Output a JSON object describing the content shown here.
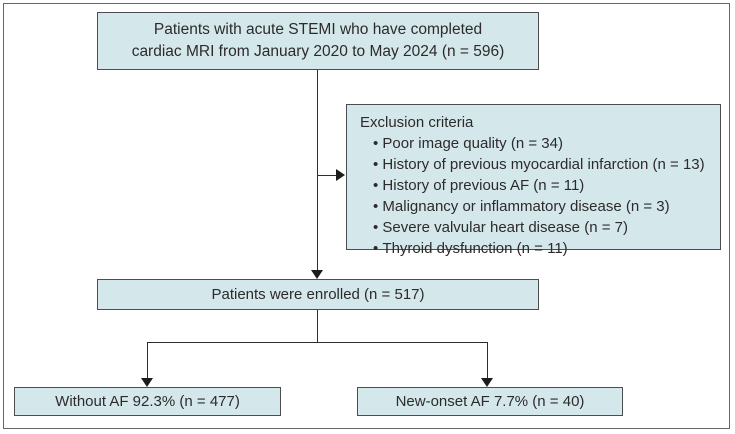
{
  "flowchart": {
    "top_box": {
      "line1": "Patients with acute STEMI who have completed",
      "line2": "cardiac MRI from January 2020 to May 2024 (n = 596)"
    },
    "exclusion_box": {
      "title": "Exclusion criteria",
      "items": [
        "Poor image quality (n = 34)",
        "History of previous myocardial infarction (n = 13)",
        "History of previous AF (n = 11)",
        "Malignancy or inflammatory disease (n = 3)",
        "Severe valvular heart disease (n = 7)",
        "Thyroid dysfunction (n = 11)"
      ]
    },
    "enrolled_box": {
      "label": "Patients were enrolled (n = 517)"
    },
    "without_af_box": {
      "label": "Without AF 92.3% (n = 477)"
    },
    "new_onset_af_box": {
      "label": "New-onset AF 7.7% (n = 40)"
    },
    "colors": {
      "box_fill": "#d4e8ec",
      "box_border": "#4c4d4f",
      "line": "#2e2c2d",
      "text": "#2d2a2b",
      "outer_frame": "#65666a"
    }
  }
}
